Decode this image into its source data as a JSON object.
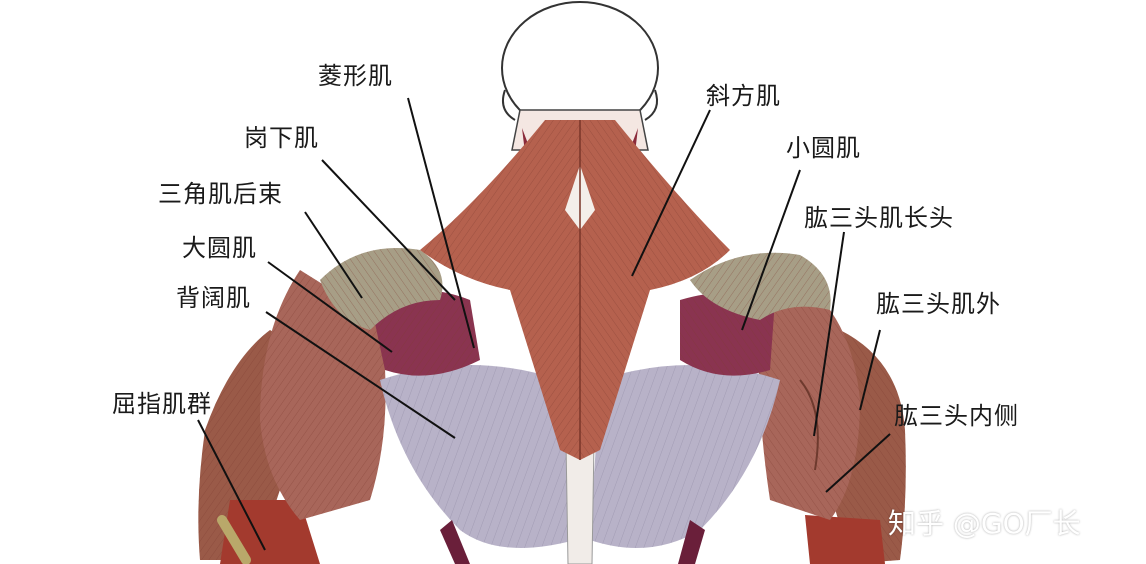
{
  "labels": {
    "rhomboid": "菱形肌",
    "infraspinatus": "岗下肌",
    "rear_delt": "三角肌后束",
    "teres_major": "大圆肌",
    "lats": "背阔肌",
    "forearm_flexors": "屈指肌群",
    "trapezius": "斜方肌",
    "teres_minor": "小圆肌",
    "triceps_long": "肱三头肌长头",
    "triceps_lateral": "肱三头肌外",
    "triceps_medial": "肱三头内侧"
  },
  "watermark": "知乎 @GO厂长",
  "colors": {
    "muscle_red": "#b5614e",
    "muscle_dark": "#8e3f34",
    "deep_muscle": "#8a3450",
    "lats_purple": "#b8b2c8",
    "deltoid_tan": "#a79e86",
    "line": "#111111"
  }
}
